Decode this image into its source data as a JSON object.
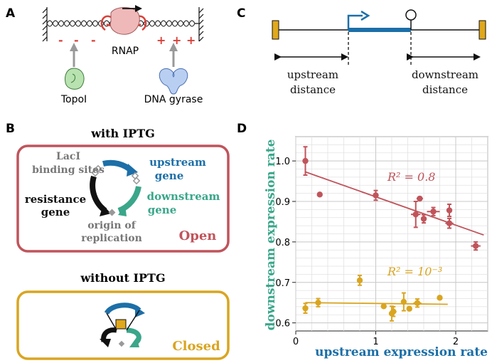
{
  "panel_labels": {
    "a": "A",
    "b": "B",
    "c": "C",
    "d": "D"
  },
  "panel_a": {
    "rnap_label": "RNAP",
    "topo_label": "TopoI",
    "gyrase_label": "DNA gyrase",
    "neg_sign": "-",
    "pos_sign": "+"
  },
  "panel_b": {
    "open_title": "with IPTG",
    "closed_title": "without IPTG",
    "laci_label_1": "LacI",
    "laci_label_2": "binding sites",
    "upstream_label_1": "upstream",
    "upstream_label_2": "gene",
    "downstream_label_1": "downstream",
    "downstream_label_2": "gene",
    "resistance_label_1": "resistance",
    "resistance_label_2": "gene",
    "origin_label_1": "origin of",
    "origin_label_2": "replication",
    "open_state": "Open",
    "closed_state": "Closed",
    "colors": {
      "open": "#c0545b",
      "closed": "#d9a521",
      "upstream": "#1c6fa8",
      "downstream": "#3aa68a",
      "resistance": "#111111"
    }
  },
  "panel_c": {
    "upstream_label_1": "upstream",
    "upstream_label_2": "distance",
    "downstream_label_1": "downstream",
    "downstream_label_2": "distance"
  },
  "chart_data": {
    "type": "scatter",
    "xlabel": "upstream expression rate",
    "ylabel": "downstream expression rate",
    "xlim": [
      0,
      2.4
    ],
    "ylim": [
      0.58,
      1.06
    ],
    "xticks": [
      0,
      1,
      2
    ],
    "yticks": [
      0.6,
      0.7,
      0.8,
      0.9,
      1.0
    ],
    "x_tick_labels": [
      "0",
      "1",
      "2"
    ],
    "y_tick_labels": [
      "0.6",
      "0.7",
      "0.8",
      "0.9",
      "1.0"
    ],
    "grid": true,
    "series": [
      {
        "color": "#c0545b",
        "annotation": "R² = 0.8",
        "points": [
          {
            "x": 0.12,
            "y": 1.0,
            "yerr": 0.035,
            "xerr": 0
          },
          {
            "x": 0.3,
            "y": 0.917,
            "yerr": 0,
            "xerr": 0
          },
          {
            "x": 1.0,
            "y": 0.915,
            "yerr": 0.012,
            "xerr": 0
          },
          {
            "x": 1.5,
            "y": 0.868,
            "yerr": 0.032,
            "xerr": 0.06
          },
          {
            "x": 1.55,
            "y": 0.907,
            "yerr": 0,
            "xerr": 0.04
          },
          {
            "x": 1.6,
            "y": 0.857,
            "yerr": 0.01,
            "xerr": 0
          },
          {
            "x": 1.72,
            "y": 0.875,
            "yerr": 0.01,
            "xerr": 0.08
          },
          {
            "x": 1.92,
            "y": 0.878,
            "yerr": 0.015,
            "xerr": 0
          },
          {
            "x": 1.92,
            "y": 0.846,
            "yerr": 0.012,
            "xerr": 0.05
          },
          {
            "x": 2.25,
            "y": 0.79,
            "yerr": 0.01,
            "xerr": 0.06
          }
        ],
        "fit": {
          "x": [
            0.12,
            2.35
          ],
          "y": [
            0.973,
            0.817
          ]
        }
      },
      {
        "color": "#d9a521",
        "annotation": "R² = 10⁻³",
        "points": [
          {
            "x": 0.12,
            "y": 0.636,
            "yerr": 0.012,
            "xerr": 0
          },
          {
            "x": 0.28,
            "y": 0.65,
            "yerr": 0.01,
            "xerr": 0
          },
          {
            "x": 0.8,
            "y": 0.705,
            "yerr": 0.012,
            "xerr": 0
          },
          {
            "x": 1.1,
            "y": 0.641,
            "yerr": 0,
            "xerr": 0
          },
          {
            "x": 1.2,
            "y": 0.623,
            "yerr": 0.018,
            "xerr": 0
          },
          {
            "x": 1.22,
            "y": 0.628,
            "yerr": 0.012,
            "xerr": 0.04
          },
          {
            "x": 1.35,
            "y": 0.652,
            "yerr": 0.022,
            "xerr": 0
          },
          {
            "x": 1.42,
            "y": 0.635,
            "yerr": 0,
            "xerr": 0
          },
          {
            "x": 1.52,
            "y": 0.649,
            "yerr": 0.01,
            "xerr": 0.05
          },
          {
            "x": 1.8,
            "y": 0.662,
            "yerr": 0,
            "xerr": 0
          }
        ],
        "fit": {
          "x": [
            0.12,
            1.9
          ],
          "y": [
            0.65,
            0.646
          ]
        }
      }
    ]
  }
}
